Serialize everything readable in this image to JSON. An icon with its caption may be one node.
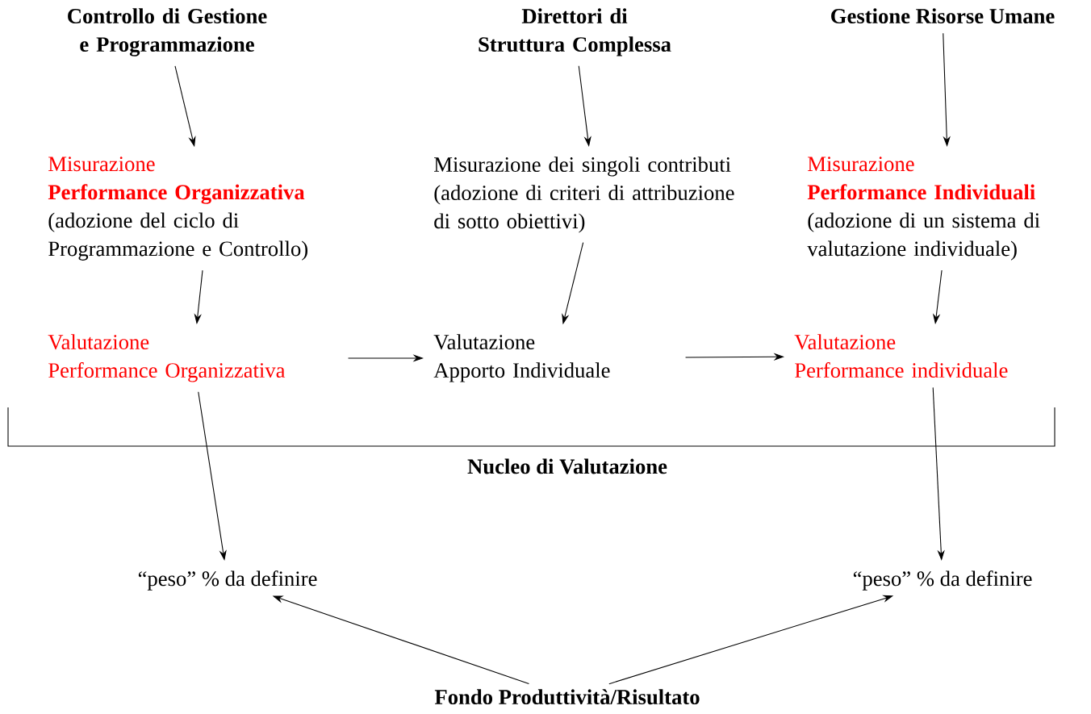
{
  "diagram": {
    "nodes": [
      {
        "text": [
          "Controllo di Gestione e Programmazione"
        ]
      },
      {
        "text": [
          "Direttori di Struttura Complessa"
        ]
      },
      {
        "text": [
          "Gestione Risorse Umane"
        ]
      },
      {
        "text": [
          "Misurazione",
          "Performance Organizzativa",
          "(adozione del ciclo di Programmazione e Controllo)"
        ]
      },
      {
        "text": [
          "Misurazione dei singoli contributi",
          "(adozione di criteri di attribuzione di sotto obiettivi)"
        ]
      },
      {
        "text": [
          "Misurazione",
          "Performance Individuali",
          "(adozione di un sistema di valutazione individuale)"
        ]
      },
      {
        "text": [
          "Valutazione",
          "Performance Organizzativa"
        ]
      },
      {
        "text": [
          "Valutazione",
          "Apporto Individuale"
        ]
      },
      {
        "text": [
          "Valutazione",
          "Performance individuale"
        ]
      },
      {
        "text": [
          "“peso” % da definire"
        ]
      },
      {
        "text": [
          "“peso” % da definire"
        ]
      },
      {
        "text": [
          "Fondo Produttività/Risultato"
        ]
      }
    ],
    "edges": [
      {
        "from": 0,
        "to": 3,
        "arrow": "to"
      },
      {
        "from": 1,
        "to": 4,
        "arrow": "to"
      },
      {
        "from": 2,
        "to": 5,
        "arrow": "to"
      },
      {
        "from": 3,
        "to": 6,
        "arrow": "to"
      },
      {
        "from": 4,
        "to": 7,
        "arrow": "to"
      },
      {
        "from": 5,
        "to": 8,
        "arrow": "to"
      },
      {
        "from": 6,
        "to": 7,
        "arrow": "to"
      },
      {
        "from": 7,
        "to": 8,
        "arrow": "to"
      },
      {
        "from": 6,
        "to": 9,
        "arrow": "to"
      },
      {
        "from": 8,
        "to": 10,
        "arrow": "to"
      },
      {
        "from": 11,
        "to": 9,
        "arrow": "to"
      },
      {
        "from": 11,
        "to": 10,
        "arrow": "to"
      }
    ],
    "labels": [
      "Nucleo di Valutazione"
    ]
  }
}
